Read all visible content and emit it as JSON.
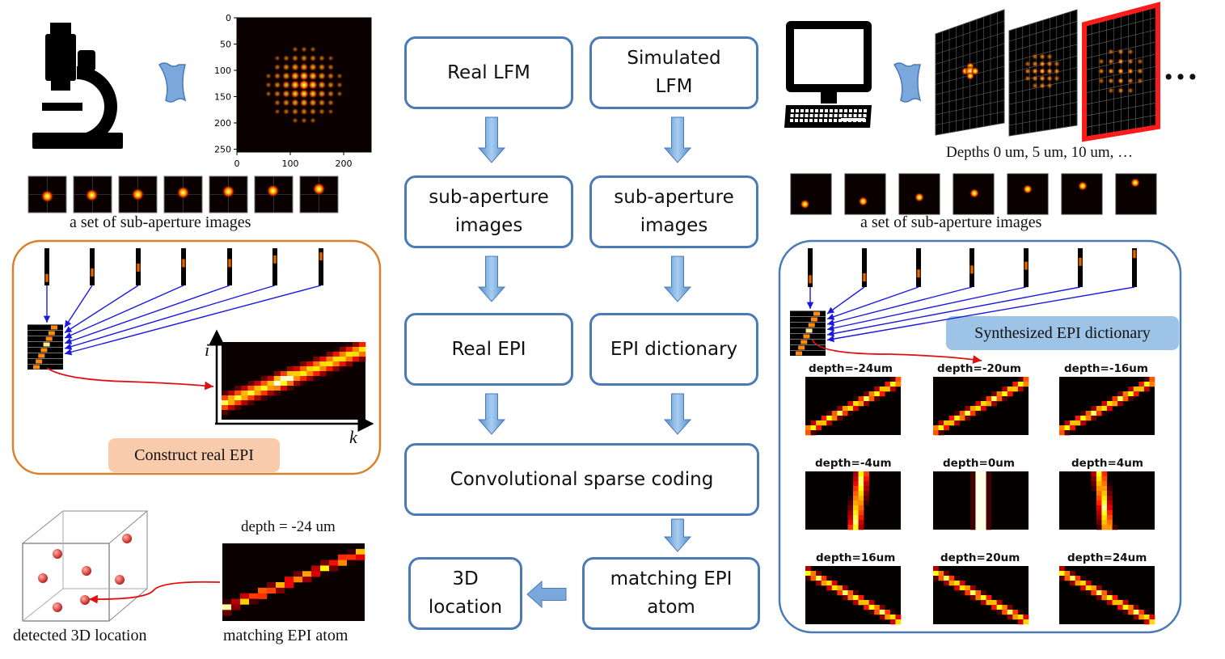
{
  "flow": {
    "real_lfm": "Real LFM",
    "simulated_lfm": "Simulated\nLFM",
    "subap_left": "sub-aperture\nimages",
    "subap_right": "sub-aperture\nimages",
    "real_epi": "Real EPI",
    "epi_dictionary": "EPI dictionary",
    "csc": "Convolutional sparse coding",
    "matching_atom": "matching EPI\natom",
    "location_3d": "3D\nlocation"
  },
  "left": {
    "psf_ticks_y": [
      "0",
      "50",
      "100",
      "150",
      "200",
      "250"
    ],
    "psf_ticks_x": [
      "0",
      "100",
      "200"
    ],
    "subap_caption": "a set of sub-aperture images",
    "construct_label": "Construct real EPI",
    "axis_i": "i",
    "axis_k": "k",
    "depth_label": "depth = -24 um",
    "detected_caption": "detected 3D location",
    "matching_caption": "matching EPI atom"
  },
  "right": {
    "depths_caption": "Depths 0 um, 5 um, 10 um, …",
    "ellipsis": "…",
    "subap_caption": "a set of sub-aperture images",
    "dict_label": "Synthesized EPI dictionary",
    "atoms": [
      {
        "label": "depth=-24um",
        "kind": "up"
      },
      {
        "label": "depth=-20um",
        "kind": "up"
      },
      {
        "label": "depth=-16um",
        "kind": "up"
      },
      {
        "label": "depth=-4um",
        "kind": "vup"
      },
      {
        "label": "depth=0um",
        "kind": "vert"
      },
      {
        "label": "depth=4um",
        "kind": "vdown"
      },
      {
        "label": "depth=16um",
        "kind": "down"
      },
      {
        "label": "depth=20um",
        "kind": "down"
      },
      {
        "label": "depth=24um",
        "kind": "down"
      }
    ]
  },
  "colors": {
    "box_border": "#4a7bb7",
    "arrow_fill": "#5b9bd5",
    "left_panel_border": "#d9822b",
    "construct_bg": "#f8cbad",
    "dict_label_bg": "#9dc3e6",
    "highlight_red": "#ff1a1a"
  }
}
